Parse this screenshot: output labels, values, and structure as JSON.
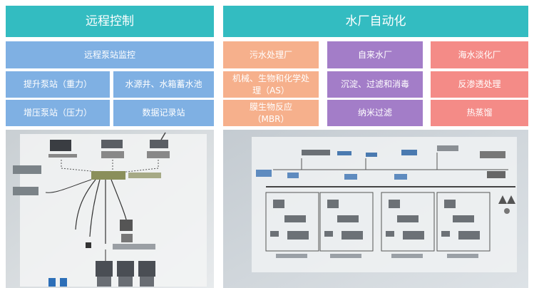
{
  "left": {
    "header": "远程控制",
    "items": [
      "远程泵站监控",
      "提升泵站（重力）",
      "水源井、水箱蓄水池",
      "增压泵站（压力）",
      "数据记录站"
    ]
  },
  "right": {
    "header": "水厂自动化",
    "col1": [
      "污水处理厂",
      "机械、生物和化学处理（AS）",
      "膜生物反应（MBR）"
    ],
    "col2": [
      "自来水厂",
      "沉淀、过滤和消毒",
      "纳米过滤"
    ],
    "col3": [
      "海水淡化厂",
      "反渗透处理",
      "热蒸馏"
    ]
  },
  "colors": {
    "header": "#33bcc1",
    "blue": "#7fb0e3",
    "orange": "#f6b08c",
    "purple": "#a37dc8",
    "red": "#f48b87"
  }
}
